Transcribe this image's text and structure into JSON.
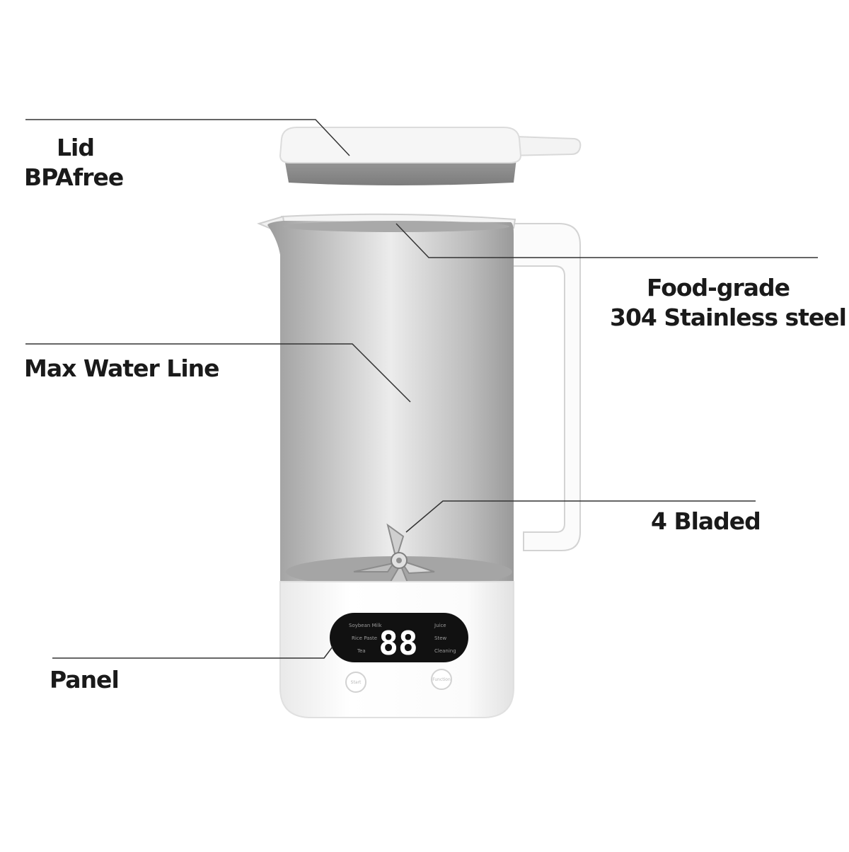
{
  "labels": {
    "lid": "Lid",
    "bpa_free": "BPAfree",
    "food_grade_line1": "Food-grade",
    "food_grade_line2": "304 Stainless steel",
    "max_water_line": "Max Water Line",
    "bladed": "4 Bladed",
    "panel": "Panel"
  },
  "display": {
    "digits": "88",
    "left_labels": [
      "Soybean Milk",
      "Rice Paste",
      "Tea"
    ],
    "right_labels": [
      "Juice",
      "Stew",
      "Cleaning"
    ]
  },
  "buttons": {
    "left": "Start",
    "right": "Function"
  },
  "colors": {
    "label_text": "#1a1a1a",
    "leader_line": "#333333",
    "body_white": "#ffffff",
    "steel": "#bdbdbd",
    "digit": "#ffffff",
    "display_bg": "#111111"
  }
}
